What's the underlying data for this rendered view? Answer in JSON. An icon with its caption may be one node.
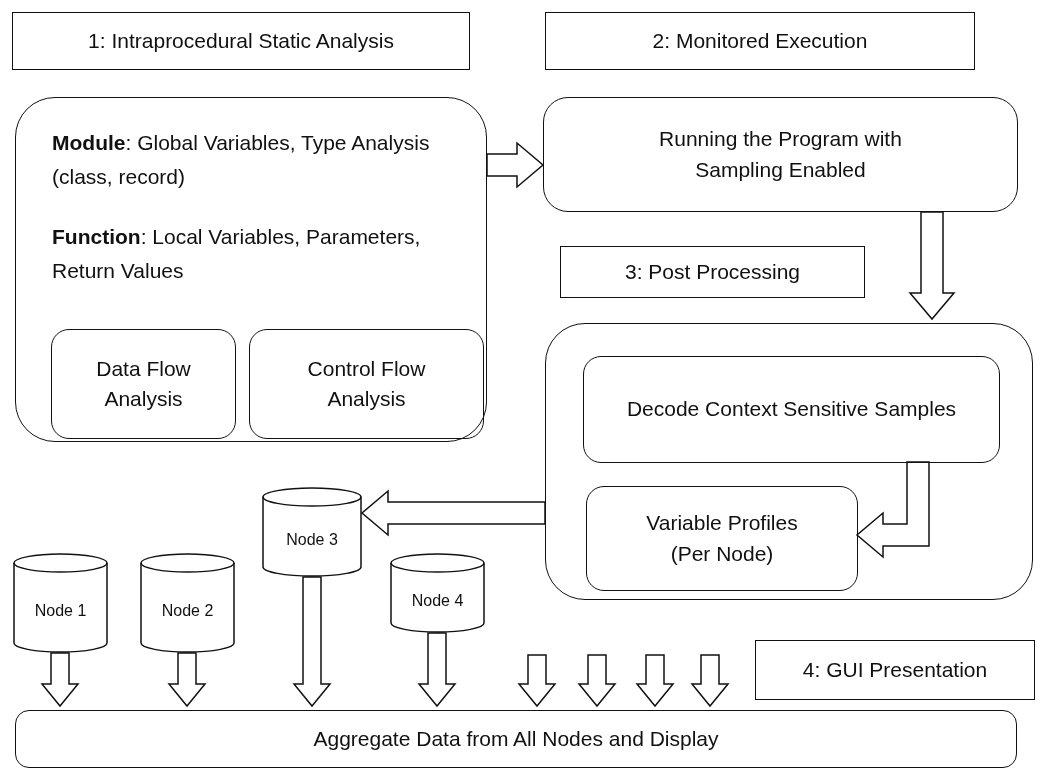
{
  "diagram": {
    "nodes": [
      {
        "text": [
          "1: Intraprocedural Static Analysis"
        ]
      },
      {
        "text": [
          "2: Monitored Execution"
        ]
      },
      {
        "text": [
          "**Module**:  Global Variables, Type Analysis (class, record)",
          "**Function**: Local Variables, Parameters, Return Values"
        ]
      },
      {
        "text": [
          "Data Flow Analysis"
        ],
        "in": 2
      },
      {
        "text": [
          "Control Flow Analysis"
        ],
        "in": 2
      },
      {
        "text": [
          "Running the Program with Sampling Enabled"
        ]
      },
      {
        "text": [
          "3: Post Processing"
        ]
      },
      {
        "text": [],
        "shape": "box"
      },
      {
        "text": [
          "Decode Context Sensitive Samples"
        ],
        "in": 7
      },
      {
        "text": [
          "Variable Profiles (Per Node)"
        ],
        "in": 7
      },
      {
        "text": [
          "Node 1"
        ]
      },
      {
        "text": [
          "Node 2"
        ]
      },
      {
        "text": [
          "Node 3"
        ]
      },
      {
        "text": [
          "Node 4"
        ]
      },
      {
        "text": [
          "4: GUI Presentation"
        ]
      },
      {
        "text": [
          "Aggregate Data from All Nodes and Display"
        ]
      }
    ],
    "edges": [
      {
        "from": 2,
        "to": 5,
        "arrow": "to"
      },
      {
        "from": 5,
        "to": 7,
        "arrow": "to"
      },
      {
        "from": 8,
        "to": 9,
        "arrow": "to"
      },
      {
        "from": 7,
        "to": 12,
        "arrow": "to"
      },
      {
        "from": 10,
        "to": 15,
        "arrow": "to"
      },
      {
        "from": 11,
        "to": 15,
        "arrow": "to"
      },
      {
        "from": 12,
        "to": 15,
        "arrow": "to"
      },
      {
        "from": 13,
        "to": 15,
        "arrow": "to"
      },
      {
        "from": null,
        "to": 15,
        "arrow": "to"
      },
      {
        "from": null,
        "to": 15,
        "arrow": "to"
      },
      {
        "from": null,
        "to": 15,
        "arrow": "to"
      },
      {
        "from": null,
        "to": 15,
        "arrow": "to"
      }
    ]
  }
}
